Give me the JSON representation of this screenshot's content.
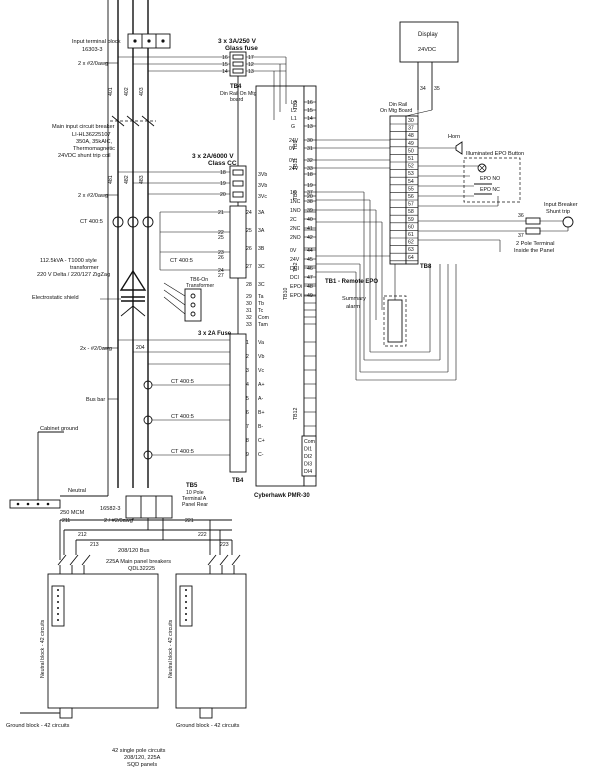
{
  "labels": {
    "input_terminal_block": "Input terminal block",
    "input_terminal_block_pn": "16303-3",
    "input_awg": "2 x #2/0awg",
    "glass_fuse_1": "3 x 3A/250 V",
    "glass_fuse_2": "Glass fuse",
    "tb4_top": "TB4",
    "din_rail_1": "Din Rail On Mtg",
    "din_rail_2": "board",
    "breaker_1": "Main input circuit breaker",
    "breaker_2": "LI-HL36225107",
    "breaker_3": "350A, 35kAIC,",
    "breaker_4": "Thermomagnetic",
    "breaker_5": "24VDC shunt trip coil",
    "class_cc_1": "3 x 2A/6000 V",
    "class_cc_2": "Class CC",
    "awg_mid": "2 x #2/0awg",
    "ct_top": "CT 400:5",
    "transformer_1": "112.5kVA - T1000 style",
    "transformer_2": "transformer",
    "transformer_3": "220 V Delta / 220/127 ZigZag",
    "ct_small": "CT 400:5",
    "tb6_1": "TB6-On",
    "tb6_2": "Transformer",
    "shield": "Electrostatic shield",
    "fuse_2a": "3 x 2A Fuse",
    "awg_low": "2x - #2/0awg",
    "wire_204": "204",
    "bus_bar": "Bus bar",
    "ct_a": "CT 400:5",
    "ct_b": "CT 400:5",
    "ct_c": "CT 400:5",
    "cabinet_ground": "Cabinet ground",
    "tb5_1": "TB5",
    "tb5_2": "10 Pole",
    "tb5_3": "Terminal A",
    "tb5_4": "Panel Rear",
    "tb4_bottom": "TB4",
    "cyberhawk": "Cyberhawk PMR-30",
    "neutral": "Neutral",
    "mcm": "250 MCM",
    "pn_16582": "16582-3",
    "awg_bottom": "2 / #2/0awg",
    "bus_208": "208/120 Bus",
    "main_breakers_1": "225A Main panel breakers",
    "main_breakers_2": "QDL32225",
    "neutral_block_left": "Neutral block - 42 circuits",
    "neutral_block_right": "Neutral block - 42 circuits",
    "ground_block_left": "Ground block - 42 circuits",
    "ground_block_right": "Ground block - 42 circuits",
    "footer_1": "42 single pole circuits",
    "footer_2": "208/120, 225A",
    "footer_3": "SQD panels",
    "display": "Display",
    "display_v": "24VDC",
    "din_right_1": "Din Rail",
    "din_right_2": "On Mtg Board",
    "horn": "Horn",
    "epo_button": "Illuminated EPO Button",
    "epo_no": "EPO NO",
    "epo_nc": "EPO NC",
    "shunt_1": "Input Breaker",
    "shunt_2": "Shunt trip",
    "two_pole_1": "2 Pole Terminal",
    "two_pole_2": "Inside the Panel",
    "tb1_remote": "TB1 - Remote EPO",
    "summary_1": "Summary",
    "summary_2": "alarm",
    "tb8": "TB8",
    "tb9": "TB9",
    "tb11": "TB11",
    "tb3": "TB3",
    "tb10": "TB10",
    "tb12": "TB12",
    "tb2": "TB2",
    "v12": "12",
    "v34": "34",
    "v35": "35",
    "wire_211": "211",
    "wire_221": "221",
    "wire_212": "212",
    "wire_213": "213",
    "wire_222": "222",
    "wire_223": "223",
    "wire_401": "401",
    "wire_402": "402",
    "wire_403": "403",
    "wire_481": "481",
    "wire_482": "482",
    "wire_483": "483",
    "wire_19": "19",
    "wire_20": "20",
    "wire_21": "21",
    "wire_22": "22",
    "wire_23": "23",
    "wire_24": "24",
    "wire_25": "25",
    "wire_26": "26",
    "wire_27": "27",
    "wire_36": "36",
    "wire_37": "37"
  },
  "tb3_rows": [
    {
      "pin": "L3",
      "wire": "16"
    },
    {
      "pin": "L2",
      "wire": "15"
    },
    {
      "pin": "L1",
      "wire": "14"
    },
    {
      "pin": "G",
      "wire": "13"
    }
  ],
  "tb9_rows": [
    {
      "pin": "24V",
      "wire": "30"
    },
    {
      "pin": "0V",
      "wire": "31"
    }
  ],
  "tb11_rows": [
    {
      "pin": "0V",
      "wire": "32"
    },
    {
      "pin": "24V",
      "wire": "33"
    }
  ],
  "tb8_rows": [
    {
      "pin": "3Vb",
      "wire": "18"
    },
    {
      "pin": "3Vb",
      "wire": "19"
    },
    {
      "pin": "3Vc",
      "wire": "20"
    }
  ],
  "tb7_rows": [
    {
      "pin": "1C",
      "wire": "37"
    },
    {
      "pin": "1NC",
      "wire": "38"
    },
    {
      "pin": "1NO",
      "wire": "39"
    },
    {
      "pin": "2C",
      "wire": "40"
    },
    {
      "pin": "2NC",
      "wire": "41"
    },
    {
      "pin": "2NO",
      "wire": "42"
    }
  ],
  "tb2_rows": [
    {
      "pin": "0V",
      "wire": "44"
    },
    {
      "pin": "24V",
      "wire": "45"
    },
    {
      "pin": "DCI",
      "wire": "46"
    },
    {
      "pin": "DCI",
      "wire": "47"
    },
    {
      "pin": "EPOi",
      "wire": "48"
    },
    {
      "pin": "EPOi",
      "wire": "49"
    }
  ],
  "tb6_rows": [
    {
      "pin": "3A",
      "wire": "24"
    },
    {
      "pin": "3A",
      "wire": "25"
    },
    {
      "pin": "3B",
      "wire": "26"
    },
    {
      "pin": "3C",
      "wire": "27"
    },
    {
      "pin": "3C",
      "wire": "28"
    }
  ],
  "tb10_rows": [
    {
      "pin": "Ta",
      "wire": "29"
    },
    {
      "pin": "Tb",
      "wire": "30"
    },
    {
      "pin": "Tc",
      "wire": "31"
    },
    {
      "pin": "Com",
      "wire": "32"
    },
    {
      "pin": "Tam",
      "wire": "33"
    }
  ],
  "tb_low_rows": [
    {
      "pin": "Va",
      "wire": "1"
    },
    {
      "pin": "Vb",
      "wire": "2"
    },
    {
      "pin": "Vc",
      "wire": "3"
    },
    {
      "pin": "A+",
      "wire": "4"
    },
    {
      "pin": "A-",
      "wire": "5"
    },
    {
      "pin": "B+",
      "wire": "6"
    },
    {
      "pin": "B-",
      "wire": "7"
    },
    {
      "pin": "C+",
      "wire": "8"
    },
    {
      "pin": "C-",
      "wire": "9"
    }
  ],
  "com_rows": [
    "Com",
    "DI1",
    "DI2",
    "DI3",
    "DI4"
  ],
  "right_block_pins": [
    "30",
    "37",
    "48",
    "49",
    "50",
    "51",
    "52",
    "53",
    "54",
    "55",
    "56",
    "57",
    "58",
    "59",
    "60",
    "61",
    "62",
    "63",
    "64"
  ]
}
